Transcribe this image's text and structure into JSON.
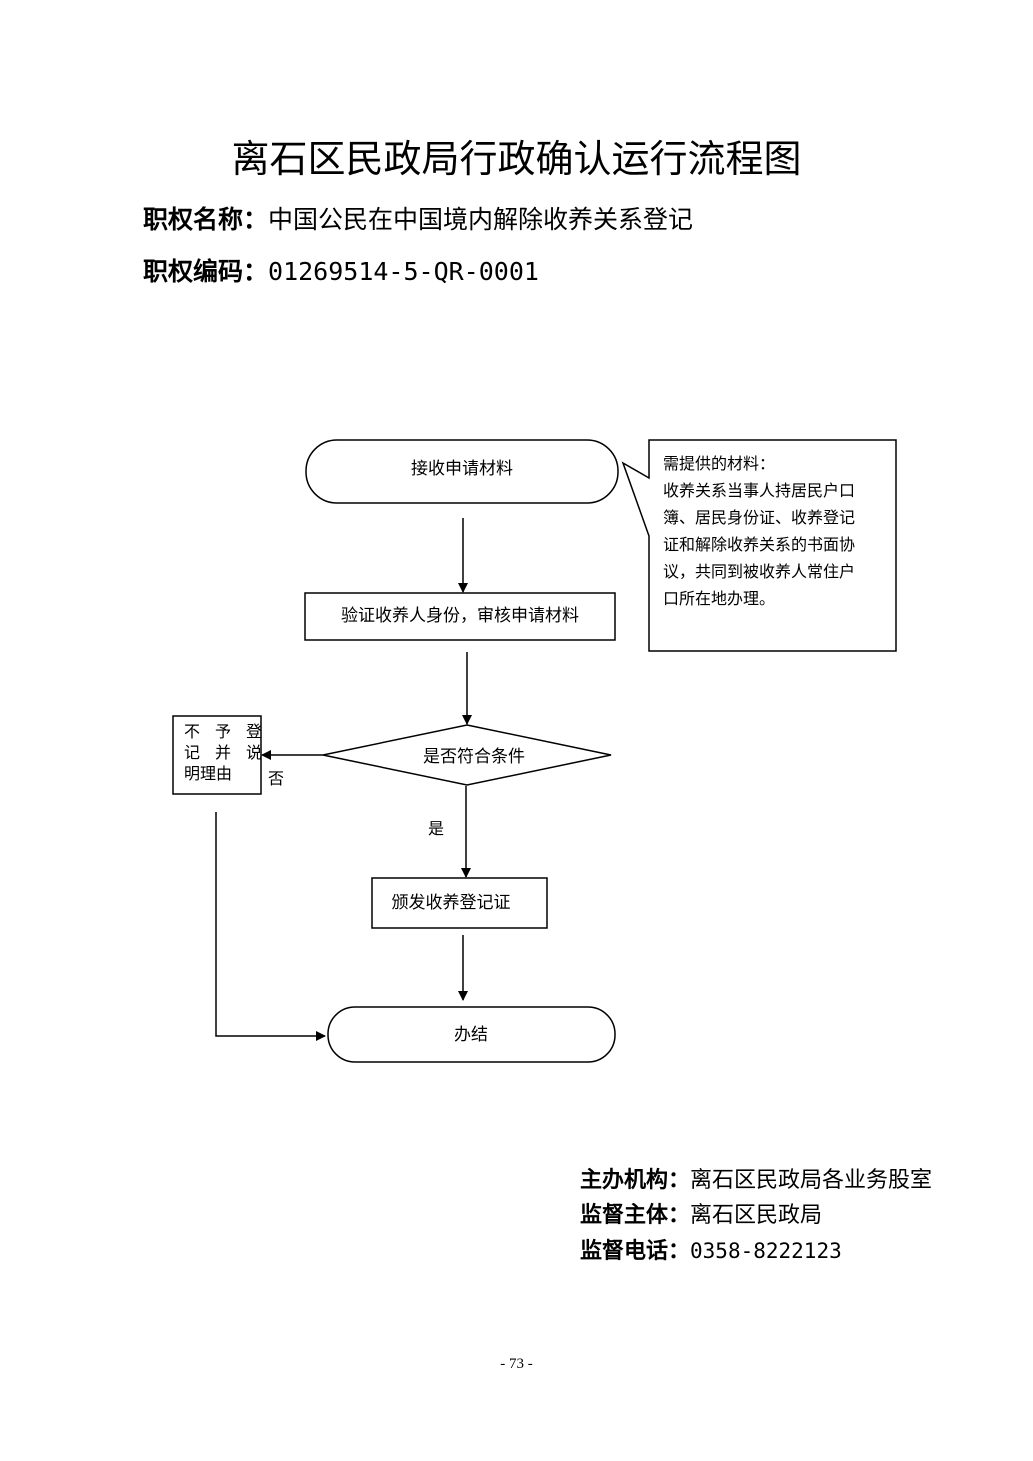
{
  "title": "离石区民政局行政确认运行流程图",
  "meta": {
    "name_label": "职权名称：",
    "name_value": "中国公民在中国境内解除收养关系登记",
    "code_label": "职权编码：",
    "code_value": "01269514-5-QR-0001"
  },
  "flow": {
    "start": "接收申请材料",
    "verify": "验证收养人身份，审核申请材料",
    "decision": "是否符合条件",
    "reject_lines": [
      "不 予 登",
      "记 并 说",
      "明理由"
    ],
    "issue": "颁发收养登记证",
    "end": "办结",
    "yes_label": "是",
    "no_label": "否",
    "note_lines": [
      "需提供的材料：",
      "收养关系当事人持居民户口",
      "簿、居民身份证、收养登记",
      "证和解除收养关系的书面协",
      "议，共同到被收养人常住户",
      "口所在地办理。"
    ]
  },
  "footer": {
    "org_label": "主办机构：",
    "org_value": "离石区民政局各业务股室",
    "supervisor_label": "监督主体：",
    "supervisor_value": "离石区民政局",
    "phone_label": "监督电话：",
    "phone_value": "0358-8222123"
  },
  "page_number": "- 73 -"
}
